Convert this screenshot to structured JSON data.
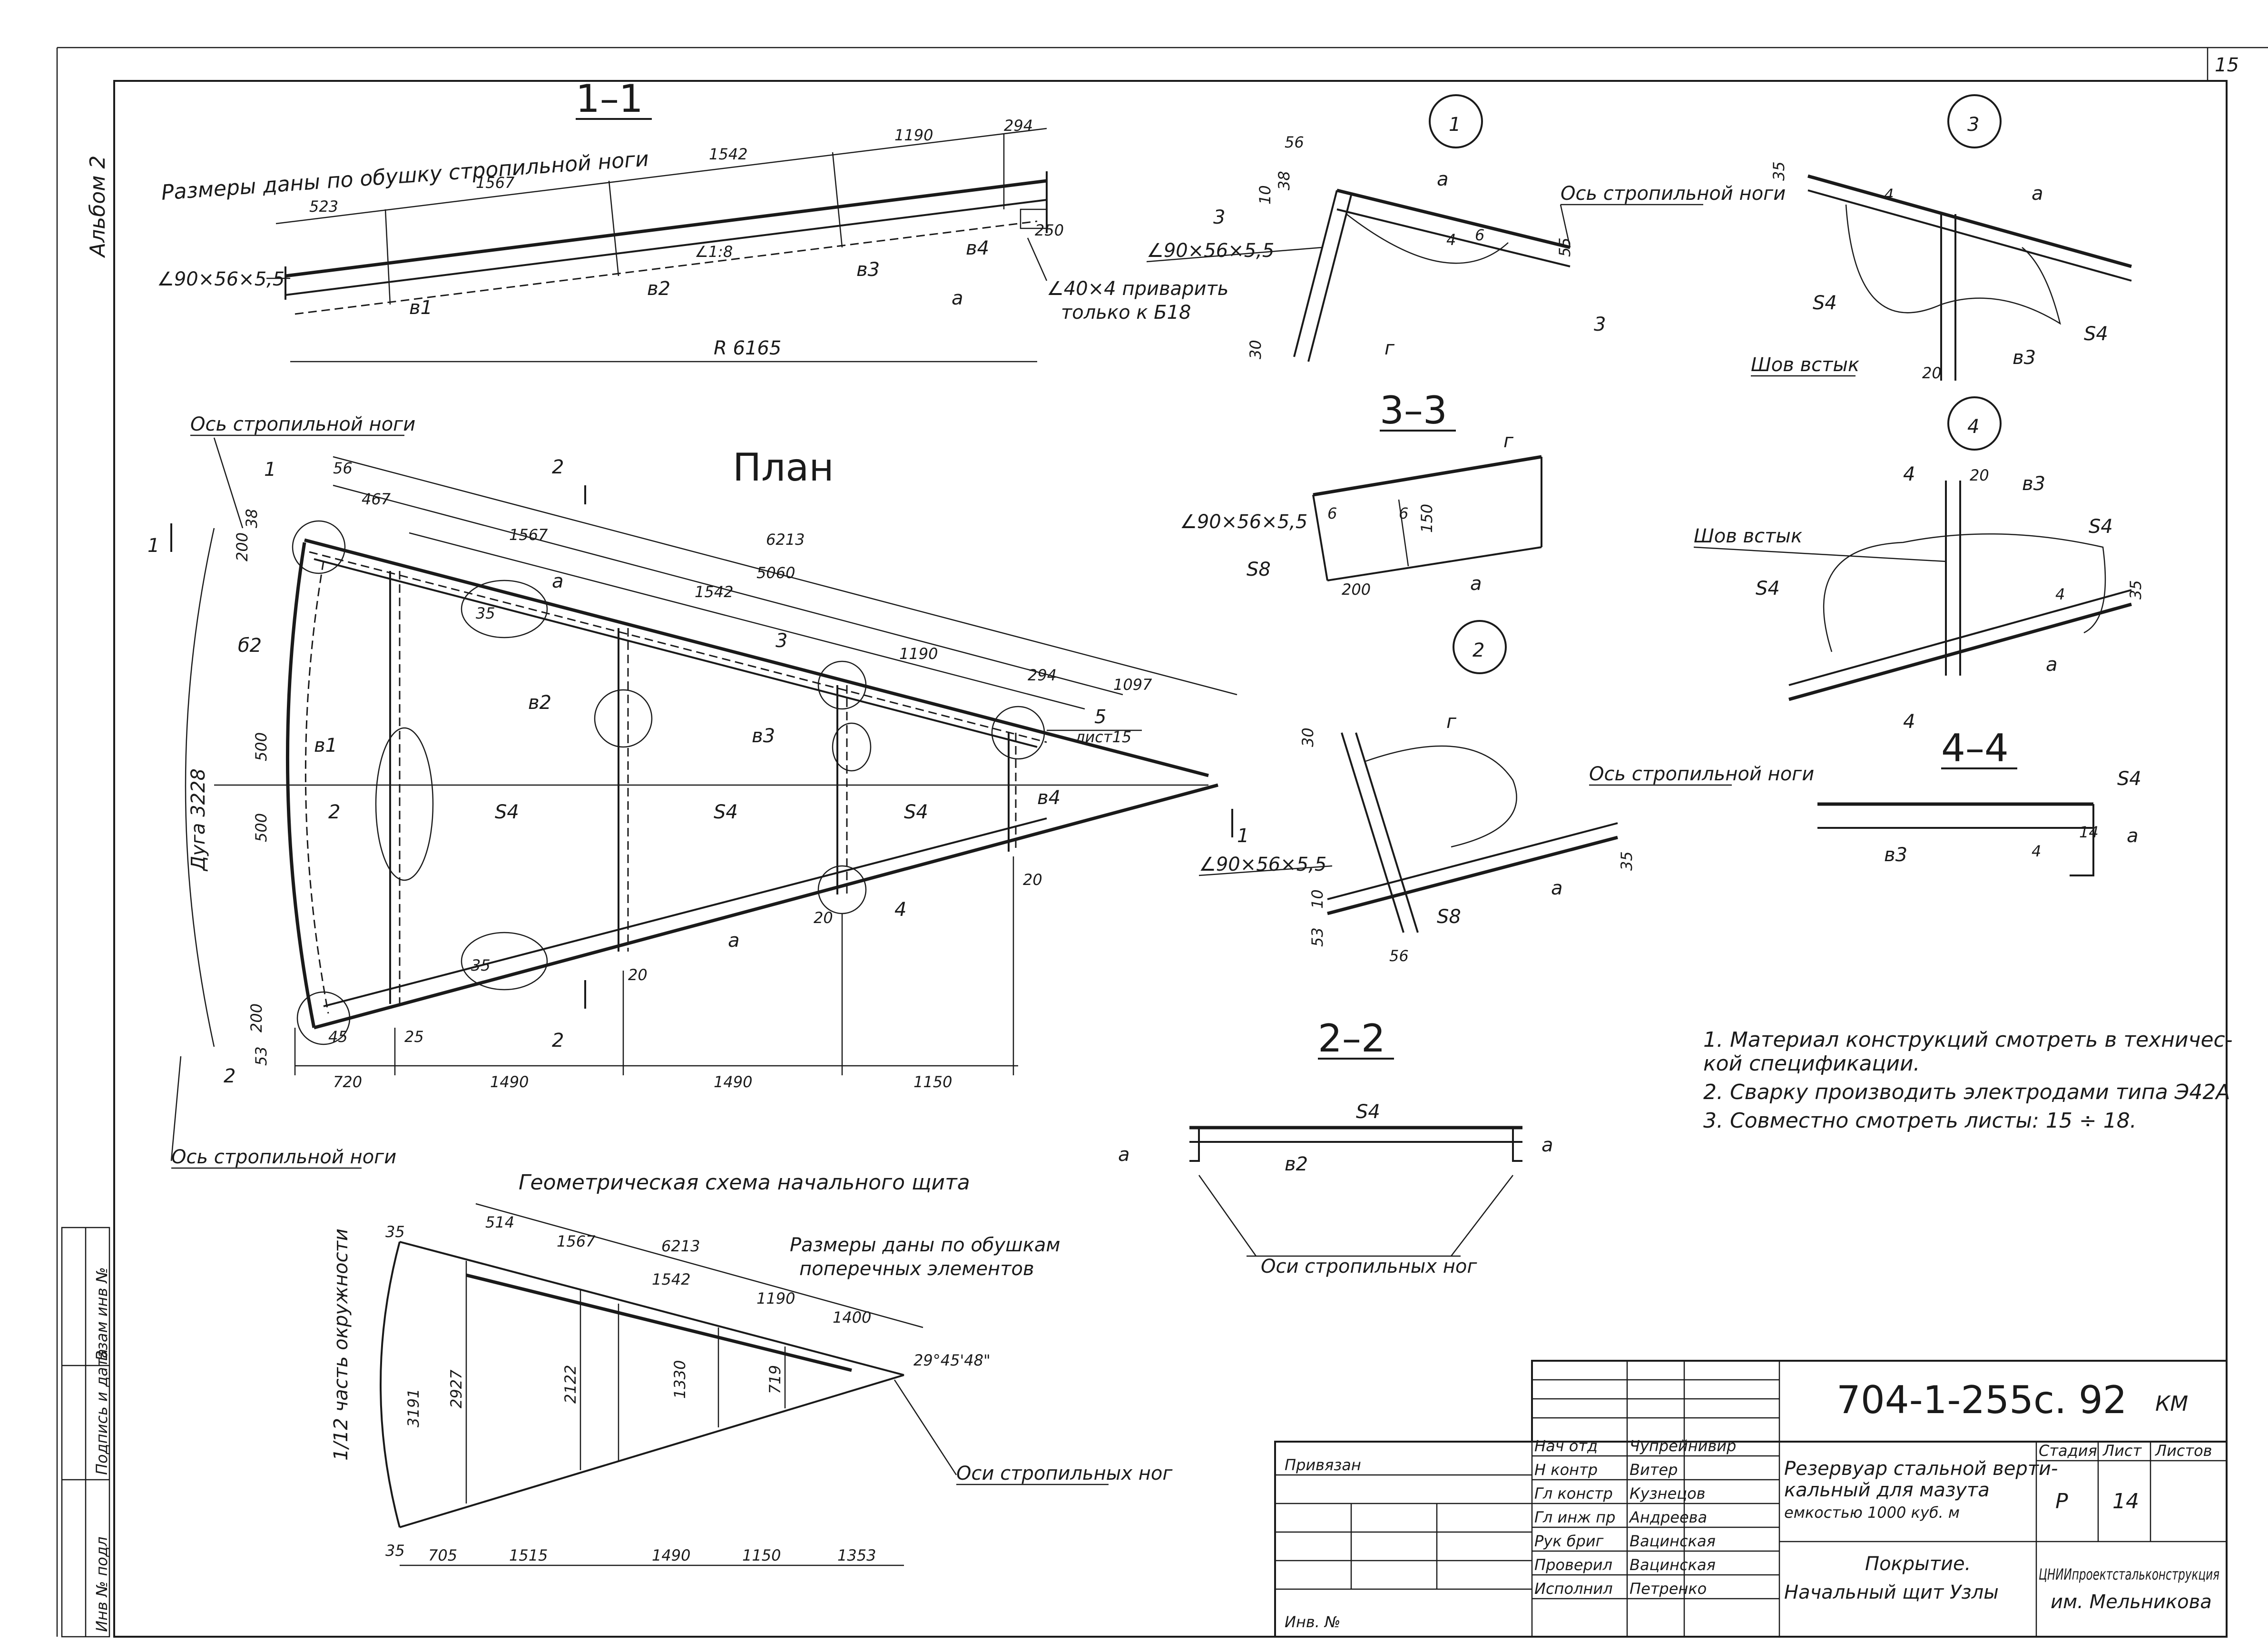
{
  "sheet_number": "15",
  "album_label": "Альбом 2",
  "section_1_1": {
    "title": "1–1",
    "note": "Размеры даны по обушку стропильной ноги",
    "dims": [
      "523",
      "1567",
      "1542",
      "1190",
      "294",
      "250"
    ],
    "slope": "∠1:8",
    "angle_label": "∠90×56×5,5",
    "weld_note_line1": "∠40×4 приварить",
    "weld_note_line2": "только к Б18",
    "radius": "R 6165",
    "marks": [
      "в1",
      "в2",
      "в3",
      "в4",
      "а"
    ]
  },
  "plan": {
    "title": "План",
    "axis_top": "Ось стропильной ноги",
    "axis_bottom": "Ось стропильной ноги",
    "arc_label": "Дуга 3228",
    "dims_top": [
      "56",
      "467",
      "1567",
      "6213",
      "5060",
      "1542",
      "1190",
      "294",
      "1097"
    ],
    "dims_bottom": [
      "720",
      "1490",
      "1490",
      "1150"
    ],
    "dims_side": [
      "200",
      "500",
      "500",
      "200",
      "53",
      "35",
      "35",
      "20",
      "20",
      "20",
      "45",
      "25",
      "38"
    ],
    "callout_sheet": "5",
    "callout_sheet_ref": "лист15",
    "marks": [
      "б2",
      "в1",
      "в2",
      "в3",
      "в4",
      "а",
      "а",
      "2",
      "S4",
      "S4",
      "S4"
    ],
    "nodes": [
      "1",
      "2",
      "3",
      "4"
    ],
    "cuts": [
      "1",
      "1",
      "2",
      "2"
    ]
  },
  "node_1": {
    "num": "1",
    "axis": "Ось стропильной ноги",
    "angle": "∠90×56×5,5",
    "dims": [
      "56",
      "10",
      "38",
      "30",
      "55",
      "6",
      "4"
    ],
    "marks": [
      "а",
      "г"
    ],
    "cut": "3"
  },
  "node_2": {
    "num": "2",
    "axis": "Ось стропильной ноги",
    "angle": "∠90×56×5,5",
    "dims": [
      "30",
      "10",
      "53",
      "56",
      "35"
    ],
    "marks": [
      "г",
      "а",
      "S8"
    ]
  },
  "node_3": {
    "num": "3",
    "weld": "Шов встык",
    "dims": [
      "35",
      "20",
      "4"
    ],
    "marks": [
      "а",
      "S4",
      "S4",
      "в3"
    ]
  },
  "node_4": {
    "num": "4",
    "weld": "Шов встык",
    "dims": [
      "20",
      "35",
      "4"
    ],
    "marks": [
      "в3",
      "S4",
      "S4",
      "а"
    ],
    "cut": "4"
  },
  "section_3_3": {
    "title": "3–3",
    "angle": "∠90×56×5,5",
    "dims": [
      "200",
      "150",
      "6",
      "6"
    ],
    "marks": [
      "г",
      "S8",
      "а"
    ]
  },
  "section_4_4": {
    "title": "4–4",
    "dims": [
      "4",
      "14"
    ],
    "marks": [
      "S4",
      "в3",
      "а"
    ]
  },
  "section_2_2": {
    "title": "2–2",
    "marks": [
      "S4",
      "а",
      "а",
      "в2"
    ],
    "axes": "Оси стропильных ног"
  },
  "scheme": {
    "title": "Геометрическая схема начального щита",
    "note_line1": "Размеры даны по обушкам",
    "note_line2": "поперечных элементов",
    "arc_label": "1/12 часть окружности",
    "dims_top": [
      "35",
      "514",
      "1567",
      "6213",
      "1542",
      "1190",
      "1400"
    ],
    "dims_bottom": [
      "35",
      "705",
      "1515",
      "1490",
      "1150",
      "1353"
    ],
    "heights": [
      "3191",
      "2927",
      "2122",
      "1330",
      "719"
    ],
    "angle": "29°45'48\"",
    "axes": "Оси стропильных ног"
  },
  "notes": [
    "1. Материал конструкций смотреть в техничес-",
    "кой спецификации.",
    "2. Сварку производить электродами типа Э42А",
    "3. Совместно смотреть листы:  15 ÷ 18."
  ],
  "stamp": {
    "code": "704-1-255с. 92",
    "km": "КМ",
    "privyazan": "Привязан",
    "inv": "Инв. №",
    "roles": [
      "Нач отд",
      "Н контр",
      "Гл констр",
      "Гл инж пр",
      "Рук бриг",
      "Проверил",
      "Исполнил"
    ],
    "names": [
      "Чупрейнивир",
      "Витер",
      "Кузнецов",
      "Андреева",
      "Вацинская",
      "Вацинская",
      "Петренко"
    ],
    "title_line1": "Резервуар стальной верти-",
    "title_line2": "кальный для мазута",
    "title_line3": "емкостью 1000 куб. м",
    "sheet_title_line1": "Покрытие.",
    "sheet_title_line2": "Начальный щит Узлы",
    "stage_h": "Стадия",
    "sheet_h": "Лист",
    "sheets_h": "Листов",
    "stage": "Р",
    "sheet": "14",
    "org_line1": "ЦНИИпроектстальконструкция",
    "org_line2": "им. Мельникова"
  },
  "left_stamp": [
    "Инв № подл",
    "Подпись и дата",
    "Взам инв №"
  ]
}
